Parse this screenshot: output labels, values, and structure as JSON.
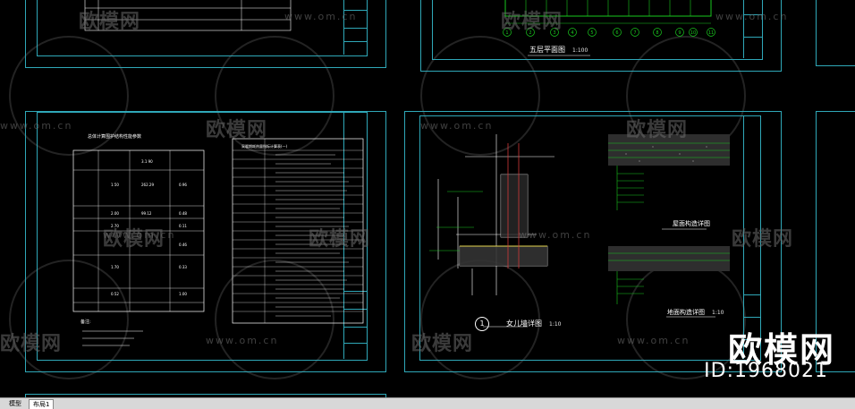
{
  "watermark": {
    "logo_text": "欧模网",
    "url_text": "www.om.cn"
  },
  "brand": {
    "name": "欧模网",
    "id": "ID:1968021"
  },
  "drawings": {
    "top_center_title": "五层平面图",
    "top_center_scale": "1:100",
    "left_sheet_table_title": "总体计算围护结构性能参数",
    "right_table_title": "采暖期耗热量指标计算表(一)",
    "notes_title": "备注:",
    "parapet_title": "女儿墙详图",
    "parapet_scale": "1:10",
    "parapet_number": "1",
    "roof_title": "屋面构造详图",
    "floor_title": "地面构造详图",
    "floor_scale": "1:10",
    "axis_labels": [
      "1",
      "2",
      "3",
      "4",
      "5",
      "6",
      "7",
      "8",
      "9",
      "10",
      "11"
    ]
  },
  "tabs": [
    {
      "label": "模型",
      "active": false
    },
    {
      "label": "布局1",
      "active": true
    }
  ]
}
